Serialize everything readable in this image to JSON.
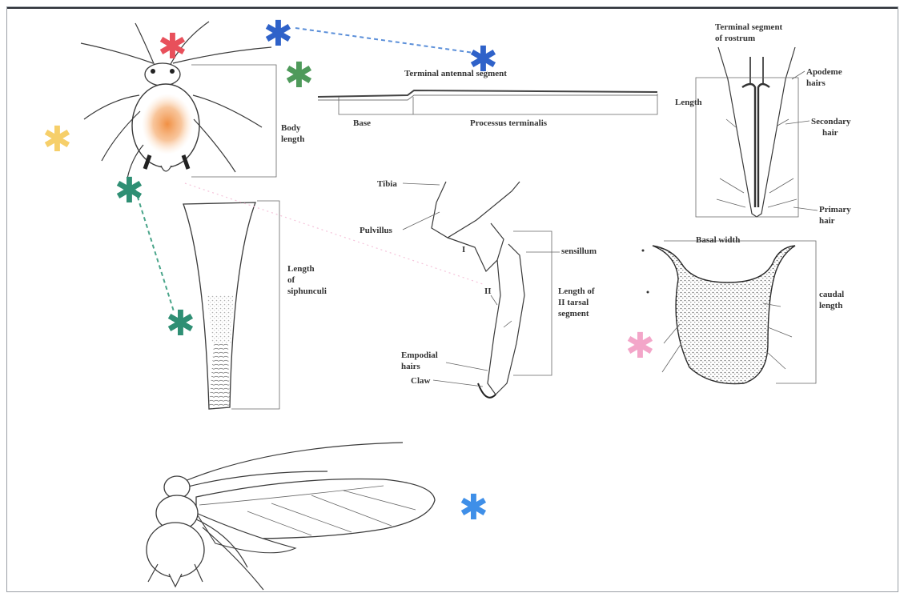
{
  "labels": {
    "terminal_antennal_segment": "Terminal antennal segment",
    "base": "Base",
    "processus_terminalis": "Processus terminalis",
    "body_length_1": "Body",
    "body_length_2": "length",
    "terminal_segment_rostrum_1": "Terminal segment",
    "terminal_segment_rostrum_2": "of rostrum",
    "apodeme_hairs_1": "Apodeme",
    "apodeme_hairs_2": "hairs",
    "secondary_hair_1": "Secondary",
    "secondary_hair_2": "hair",
    "primary_hair_1": "Primary",
    "primary_hair_2": "hair",
    "length_vertical": "Length",
    "tibia": "Tibia",
    "pulvillus": "Pulvillus",
    "numeral_one": "I",
    "numeral_two": "II",
    "sensillum": "sensillum",
    "length_of_ii_tarsal_1": "Length of",
    "length_of_ii_tarsal_2": "II tarsal",
    "length_of_ii_tarsal_3": "segment",
    "empodial_hairs_1": "Empodial",
    "empodial_hairs_2": "hairs",
    "claw": "Claw",
    "length_of_siphunculi_1": "Length",
    "length_of_siphunculi_2": "of",
    "length_of_siphunculi_3": "siphunculi",
    "basal_width": "Basal width",
    "caudal_length_1": "caudal",
    "caudal_length_2": "length"
  },
  "markers": {
    "glyph": "✱",
    "colors": {
      "red": "#e8505b",
      "blue": "#2f62c9",
      "green": "#4f9a5b",
      "yellow": "#f6cf6a",
      "teal": "#2f8f74",
      "pink": "#f3a6c9",
      "light_blue": "#3f8fe8"
    }
  },
  "colors": {
    "body_highlight": "#f3a15a",
    "ink": "#3a3a3a",
    "frame_border": "#9aa0a6"
  }
}
